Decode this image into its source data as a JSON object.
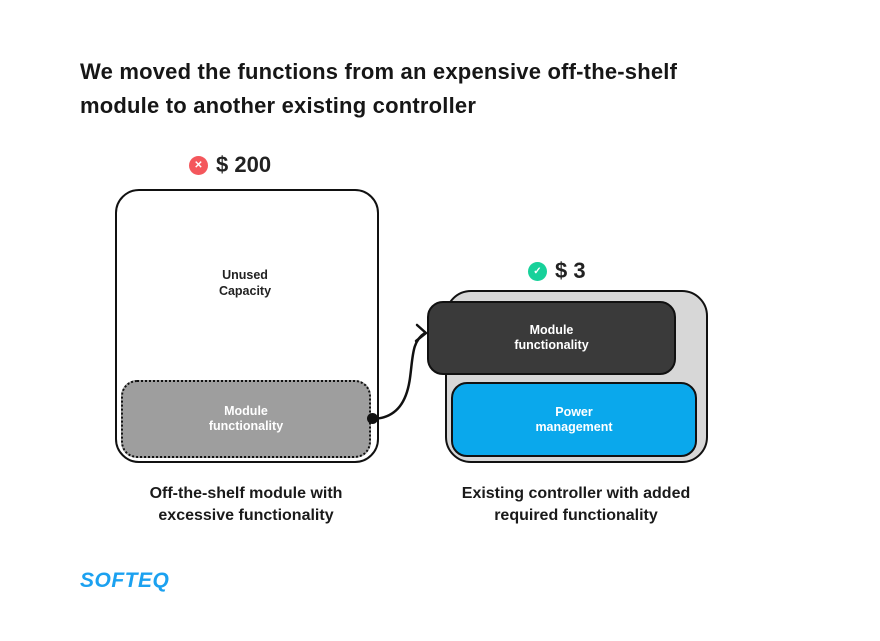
{
  "title": "We moved the functions from an expensive off-the-shelf\nmodule to another existing controller",
  "icons": {
    "x_glyph": "✕",
    "check_glyph": "✓"
  },
  "left": {
    "price": "$ 200",
    "unused_label": "Unused\nCapacity",
    "module_label": "Module\nfunctionality",
    "caption": "Off-the-shelf module with\nexcessive functionality"
  },
  "right": {
    "price": "$ 3",
    "module_label": "Module\nfunctionality",
    "power_label": "Power\nmanagement",
    "caption": "Existing controller with added\nrequired functionality"
  },
  "logo": {
    "text": "SOFTEQ"
  },
  "colors": {
    "title_text": "#161616",
    "error_red": "#F4575C",
    "success_green": "#17D19A",
    "unused_box_gray": "#9E9E9E",
    "controller_gray": "#D7D7D7",
    "module_dark": "#3A3A3A",
    "power_blue": "#0AA8EC",
    "logo_blue": "#1BA1F0",
    "stroke_black": "#111111"
  }
}
